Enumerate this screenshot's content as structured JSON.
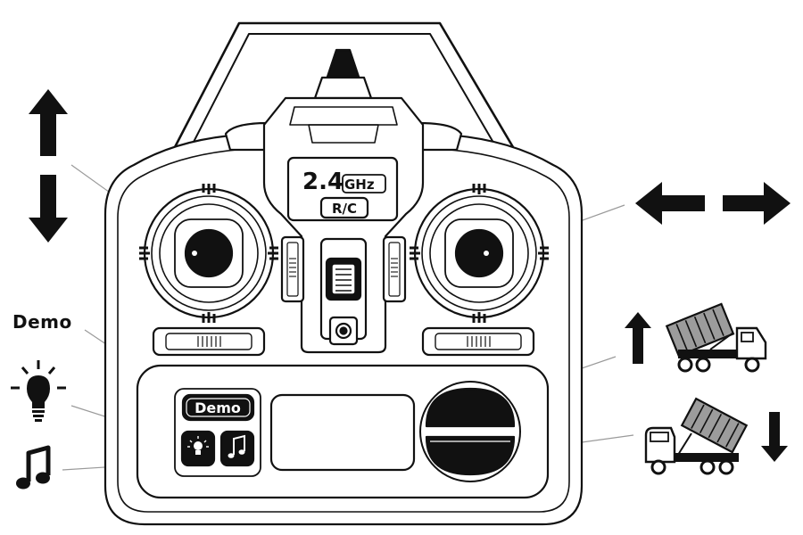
{
  "labels": {
    "demo_callout": "Demo",
    "frequency": "2.4",
    "frequency_unit": "GHz",
    "mode": "R/C",
    "demo_button": "Demo"
  },
  "icons": {
    "up_down": "up-down-arrows-icon",
    "left_right": "left-right-arrows-icon",
    "light": "light-bulb-icon",
    "music": "music-note-icon",
    "dump_up": "dump-truck-raise-icon",
    "dump_down": "dump-truck-lower-icon"
  },
  "colors": {
    "ink": "#111111",
    "line": "#9a9a9a",
    "truck_bed": "#9c9c9c"
  }
}
